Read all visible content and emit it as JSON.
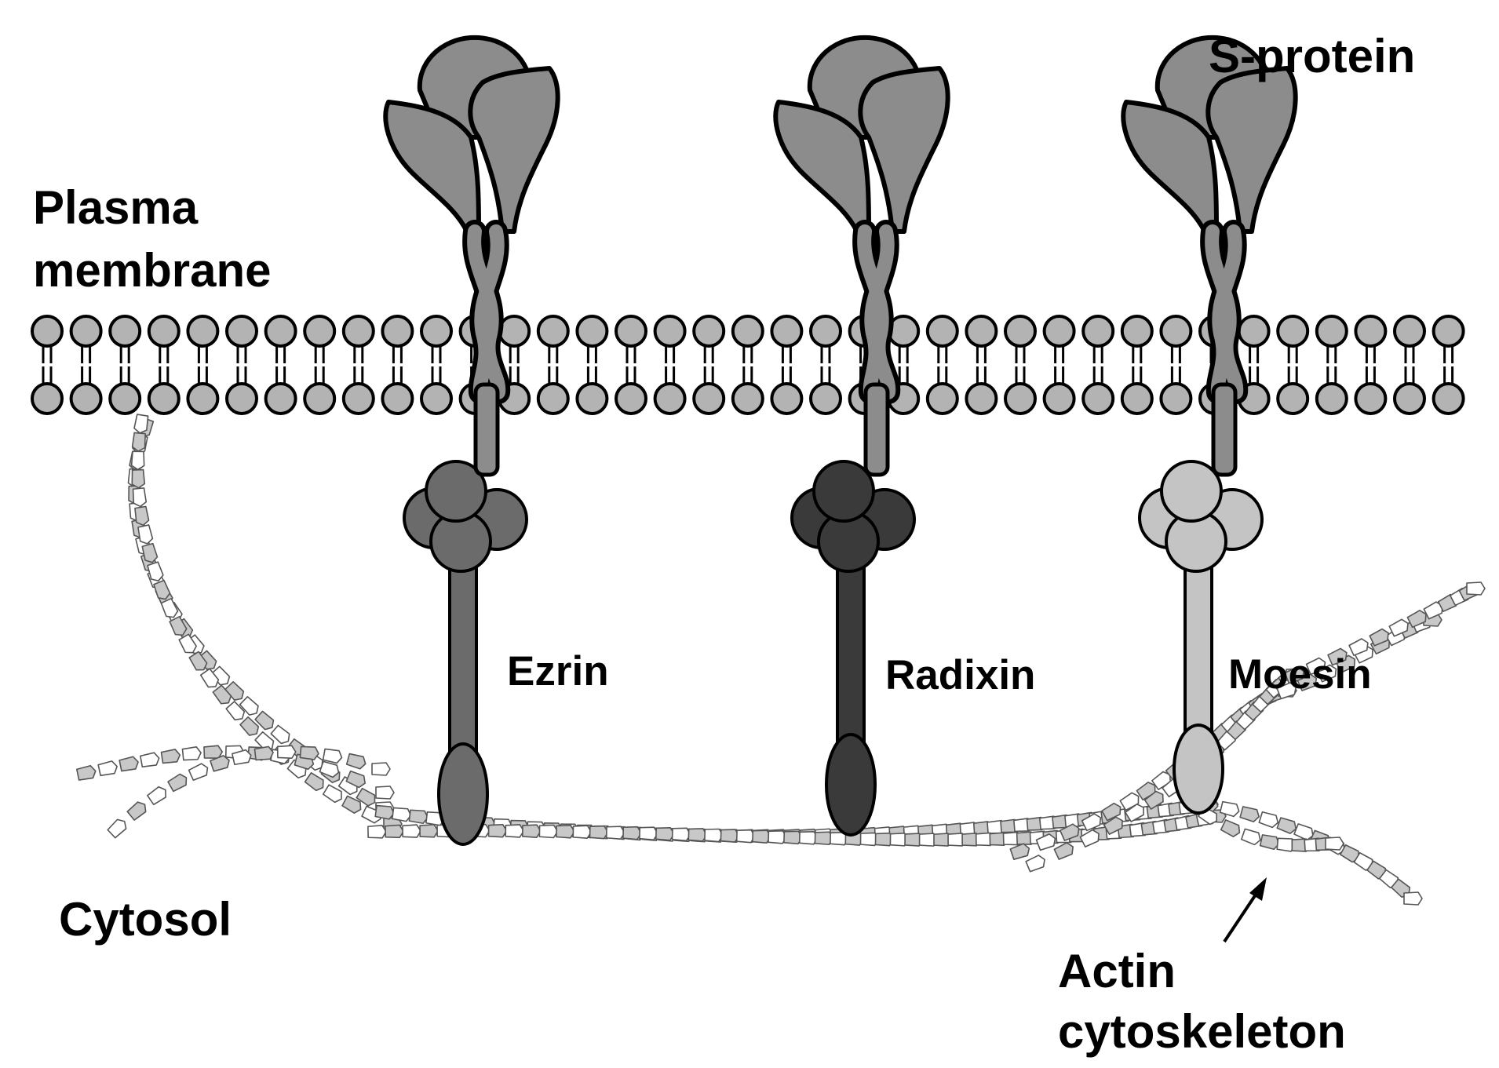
{
  "labels": {
    "plasma_membrane": [
      "Plasma",
      "membrane"
    ],
    "s_protein": "S-protein",
    "cytosol": "Cytosol",
    "actin_cytoskeleton": [
      "Actin",
      "cytoskeleton"
    ]
  },
  "erm_proteins": [
    {
      "name": "Ezrin",
      "color": "#6b6b6b"
    },
    {
      "name": "Radixin",
      "color": "#3a3a3a"
    },
    {
      "name": "Moesin",
      "color": "#c4c4c4"
    }
  ],
  "colors": {
    "spike": "#8c8c8c",
    "lipid_head": "#b3b3b3",
    "actin_gray": "#c8c8c8",
    "actin_white": "#ffffff",
    "outline": "#000000"
  },
  "icons": {
    "spike": "coronavirus-spike-trimer-icon",
    "lipid": "phospholipid-icon",
    "actin": "actin-monomer-icon",
    "erm_head": "ferm-domain-icon",
    "erm_tail": "c-terminal-domain-icon",
    "arrow": "pointer-arrow-icon"
  }
}
